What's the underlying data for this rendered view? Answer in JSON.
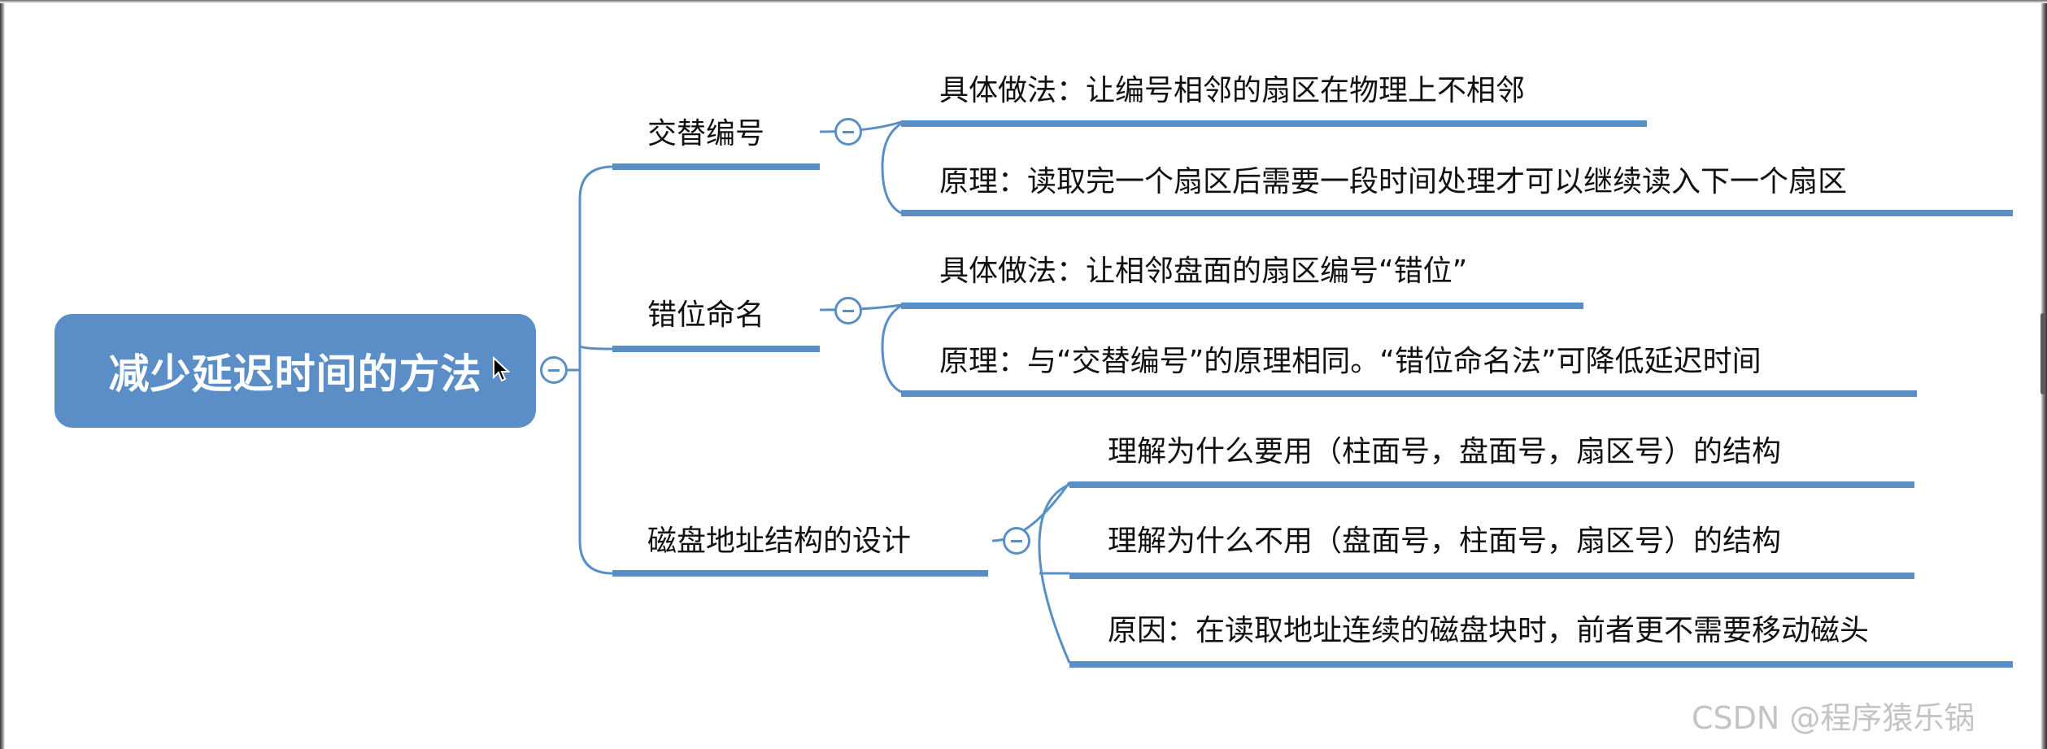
{
  "root": {
    "label": "减少延迟时间的方法"
  },
  "branches": [
    {
      "label": "交替编号",
      "children": [
        {
          "label": "具体做法：让编号相邻的扇区在物理上不相邻"
        },
        {
          "label": "原理：读取完一个扇区后需要一段时间处理才可以继续读入下一个扇区"
        }
      ]
    },
    {
      "label": "错位命名",
      "children": [
        {
          "label": "具体做法：让相邻盘面的扇区编号“错位”"
        },
        {
          "label": "原理：与“交替编号”的原理相同。“错位命名法”可降低延迟时间"
        }
      ]
    },
    {
      "label": "磁盘地址结构的设计",
      "children": [
        {
          "label": "理解为什么要用（柱面号，盘面号，扇区号）的结构"
        },
        {
          "label": "理解为什么不用（盘面号，柱面号，扇区号）的结构"
        },
        {
          "label": "原因：在读取地址连续的磁盘块时，前者更不需要移动磁头"
        }
      ]
    }
  ],
  "watermark": "CSDN @程序猿乐锅",
  "colors": {
    "accent": "#5b8ec6",
    "line": "#5a8fc6",
    "text": "#111111"
  },
  "icons": {
    "collapse": "minus-circle-icon",
    "cursor": "mouse-pointer-icon"
  }
}
